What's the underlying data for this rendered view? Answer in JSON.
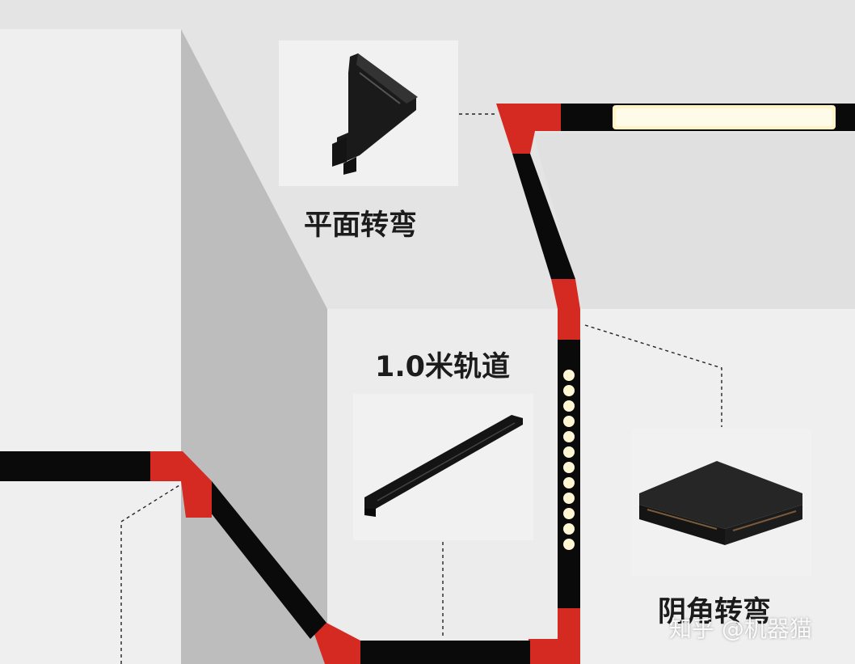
{
  "labels": {
    "flat_turn": "平面转弯",
    "track_1m": "1.0米轨道",
    "inner_corner_turn": "阴角转弯"
  },
  "watermark": "知乎 @机器猫",
  "colors": {
    "track_black": "#0a0a0a",
    "connector_red": "#d42a22",
    "wall_light": "#f0f0f0",
    "wall_grey": "#d2d2d2",
    "wall_dark": "#bdbdbd",
    "light_glow": "#fff3c8"
  },
  "icons": {
    "flat_turn_product": "l-shaped-track-connector",
    "track_product": "straight-track-rail",
    "inner_corner_product": "inner-corner-track-connector"
  }
}
